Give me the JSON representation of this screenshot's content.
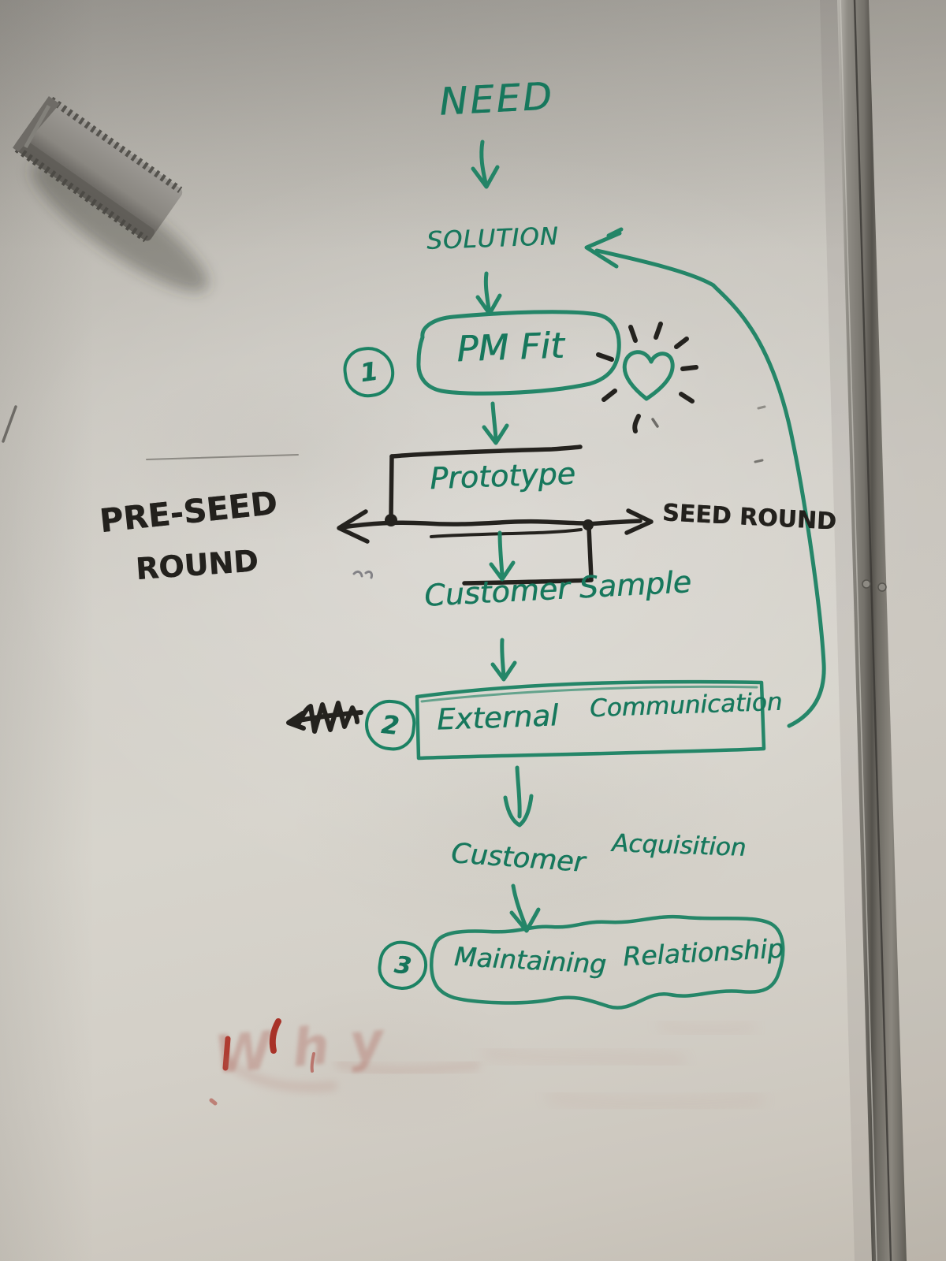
{
  "colors": {
    "marker_green": "#1b8263",
    "marker_black": "#23211d",
    "marker_red": "#b23a30",
    "board_surface": "#d3d0c9",
    "rail_metal": "#76736c"
  },
  "flowchart": {
    "need": "NEED",
    "solution": "SOLUTION",
    "step1_number": "1",
    "pm_fit": "PM Fit",
    "prototype": "Prototype",
    "pre_seed_line1": "PRE-SEED",
    "pre_seed_line2": "ROUND",
    "seed_round": "SEED ROUND",
    "customer_sample": "Customer Sample",
    "step2_number": "2",
    "external_word": "External",
    "communication_word": "Communication",
    "customer_word": "Customer",
    "acquisition_word": "Acquisition",
    "step3_number": "3",
    "maintaining_word": "Maintaining",
    "relationship_word": "Relationship",
    "erased_red_text": "Why"
  }
}
